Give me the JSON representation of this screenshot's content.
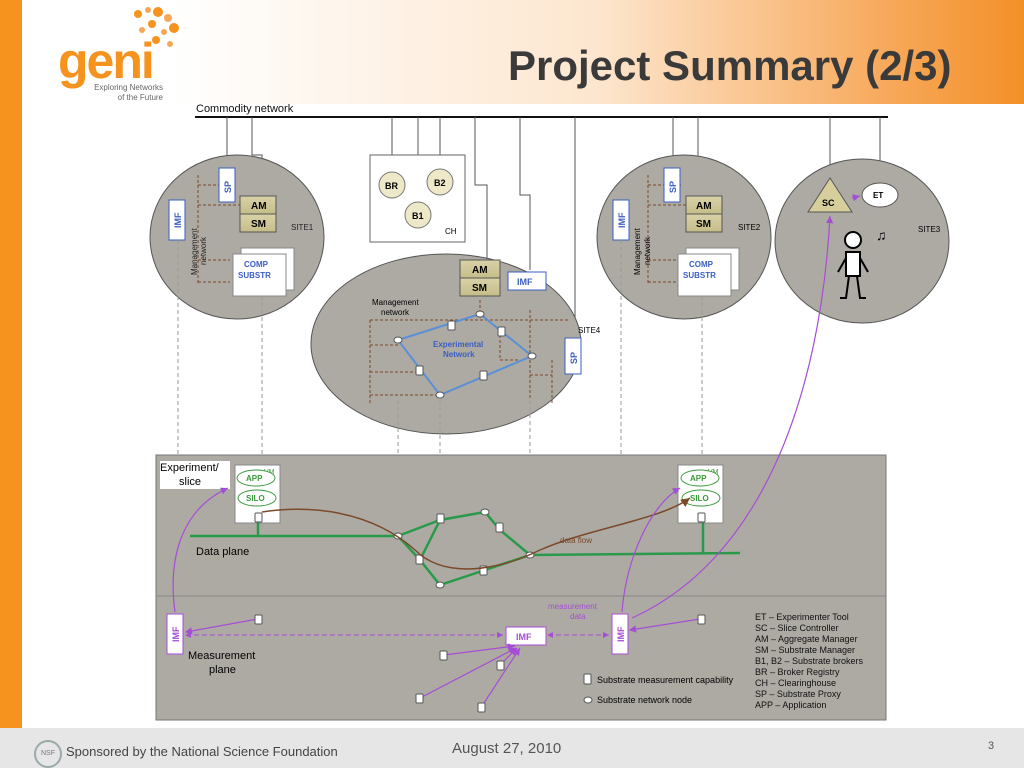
{
  "logo": {
    "word": "geni",
    "tagline1": "Exploring Networks",
    "tagline2": "of the Future"
  },
  "title": "Project Summary (2/3)",
  "footer": {
    "sponsor": "Sponsored by the National Science Foundation",
    "date": "August 27, 2010",
    "page": "3",
    "nsf_logo": "NSF"
  },
  "diagram": {
    "commodity": "Commodity network",
    "site1": "SITE1",
    "site2": "SITE2",
    "site3": "SITE3",
    "site4": "SITE4",
    "ch": "CH",
    "br": "BR",
    "b1": "B1",
    "b2": "B2",
    "am": "AM",
    "sm": "SM",
    "sp": "SP",
    "imf": "IMF",
    "sc": "SC",
    "et": "ET",
    "comp": "COMP",
    "substr": "SUBSTR",
    "mgmt1": "Management",
    "mgmt2": "network",
    "exp1": "Experimental",
    "exp2": "Network",
    "expslice1": "Experiment/",
    "expslice2": "slice",
    "vm": "VM",
    "app": "APP",
    "silo": "SILO",
    "dataplane": "Data plane",
    "dataflow": "data flow",
    "measdata1": "measurement",
    "measdata2": "data",
    "measplane1": "Measurement",
    "measplane2": "plane",
    "leg_meas": "Substrate measurement capability",
    "leg_node": "Substrate network node",
    "legend": [
      "ET – Experimenter Tool",
      "SC – Slice Controller",
      "AM – Aggregate Manager",
      "SM – Substrate Manager",
      "B1, B2 – Substrate brokers",
      "BR – Broker Registry",
      "CH – Clearinghouse",
      "SP – Substrate Proxy",
      "APP – Application"
    ]
  }
}
